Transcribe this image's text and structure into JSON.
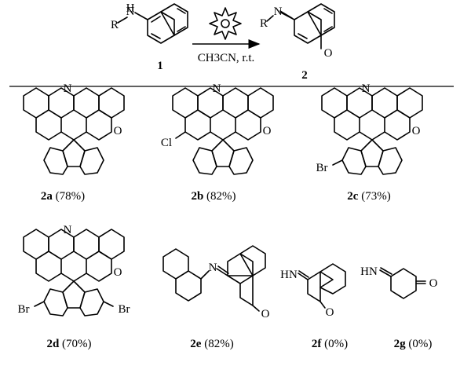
{
  "reaction": {
    "substituent": "R",
    "amine_h": "H",
    "amine_n": "N",
    "product_n": "N",
    "oxygen": "O",
    "conditions": "CH3CN, r.t.",
    "reactant_number": "1",
    "product_number": "2",
    "light_icon": "star-sun-icon"
  },
  "compounds": [
    {
      "id": "2a",
      "yield": "(78%)"
    },
    {
      "id": "2b",
      "yield": "(82%)"
    },
    {
      "id": "2c",
      "yield": "(73%)"
    },
    {
      "id": "2d",
      "yield": "(70%)"
    },
    {
      "id": "2e",
      "yield": "(82%)"
    },
    {
      "id": "2f",
      "yield": "(0%)"
    },
    {
      "id": "2g",
      "yield": "(0%)"
    }
  ],
  "atoms": {
    "n": "N",
    "o": "O",
    "cl": "Cl",
    "br": "Br",
    "hn": "HN"
  }
}
